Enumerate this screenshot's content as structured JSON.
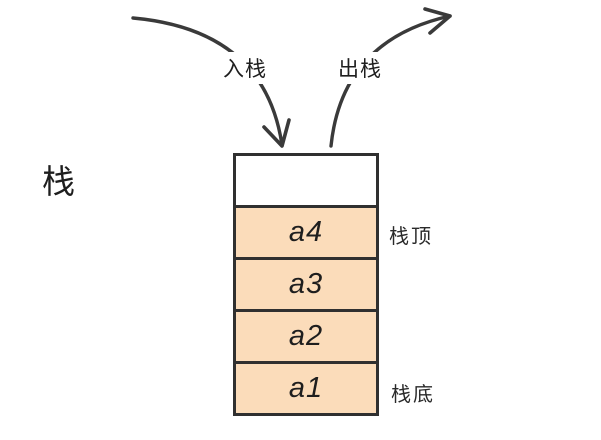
{
  "diagram": {
    "title": "栈",
    "arrows": {
      "push": {
        "label": "入栈"
      },
      "pop": {
        "label": "出栈"
      }
    },
    "stack": {
      "top_label": "栈顶",
      "bottom_label": "栈底",
      "cells": [
        {
          "value": "",
          "filled": false
        },
        {
          "value": "a4",
          "filled": true
        },
        {
          "value": "a3",
          "filled": true
        },
        {
          "value": "a2",
          "filled": true
        },
        {
          "value": "a1",
          "filled": true
        }
      ]
    },
    "colors": {
      "background": "#ffffff",
      "cell_fill": "#fbdcba",
      "border": "#303030",
      "arrow": "#3a3a3a",
      "text": "#1e1e1e"
    }
  }
}
